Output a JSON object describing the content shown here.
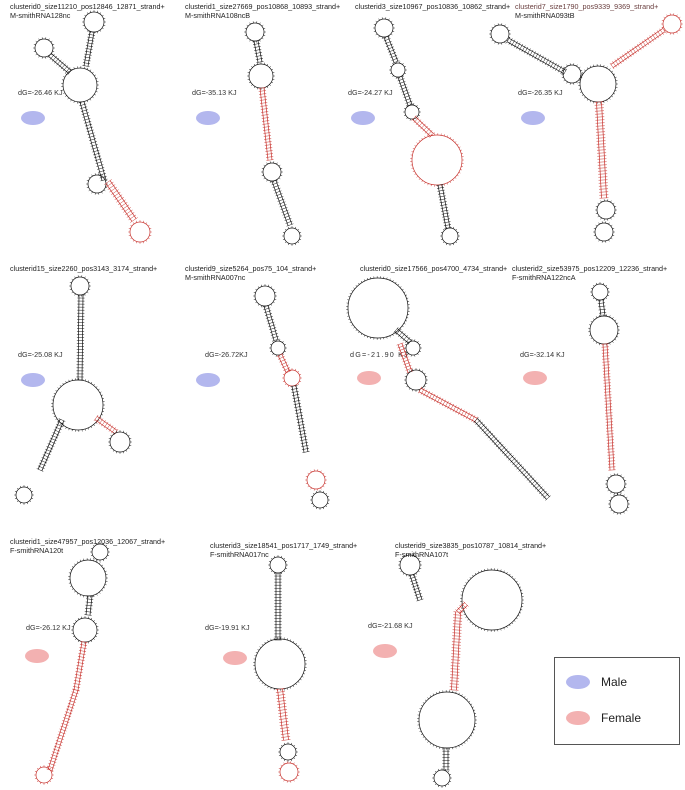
{
  "colors": {
    "male_blob": "#b3b7ee",
    "female_blob": "#f3b1b1",
    "stem_black": "#111111",
    "stem_red": "#c8332e"
  },
  "panels": [
    {
      "id": "p1",
      "title_line1": "clusterid0_size11210_pos12846_12871_strand+",
      "title_line2": "M-smithRNA128nc",
      "dg": "dG=-26.46 KJ",
      "sex": "male"
    },
    {
      "id": "p2",
      "title_line1": "clusterid1_size27669_pos10868_10893_strand+",
      "title_line2": "M-smithRNA108ncB",
      "dg": "dG=-35.13 KJ",
      "sex": "male"
    },
    {
      "id": "p3",
      "title_line1": "clusterid3_size10967_pos10836_10862_strand+",
      "title_line2": "",
      "dg": "dG=-24.27 KJ",
      "sex": "male"
    },
    {
      "id": "p4",
      "title_line1": "clusterid7_size1790_pos9339_9369_strand+",
      "title_line2": "M-smithRNA093tB",
      "dg": "dG=-26.35 KJ",
      "sex": "male"
    },
    {
      "id": "p5",
      "title_line1": "clusterid15_size2260_pos3143_3174_strand+",
      "title_line2": "",
      "dg": "dG=-25.08 KJ",
      "sex": "male"
    },
    {
      "id": "p6",
      "title_line1": "clusterid9_size5264_pos75_104_strand+",
      "title_line2": "M-smithRNA007nc",
      "dg": "dG=-26.72KJ",
      "sex": "male"
    },
    {
      "id": "p7",
      "title_line1": "clusterid0_size17566_pos4700_4734_strand+",
      "title_line2": "",
      "dg": "dG=-21.90 KJ",
      "sex": "female"
    },
    {
      "id": "p8",
      "title_line1": "clusterid2_size53975_pos12209_12236_strand+",
      "title_line2": "F-smithRNA122ncA",
      "dg": "dG=-32.14 KJ",
      "sex": "female"
    },
    {
      "id": "p9",
      "title_line1": "clusterid1_size47957_pos12036_12067_strand+",
      "title_line2": "F-smithRNA120t",
      "dg": "dG=-26.12 KJ",
      "sex": "female"
    },
    {
      "id": "p10",
      "title_line1": "clusterid3_size18541_pos1717_1749_strand+",
      "title_line2": "F-smithRNA017nc",
      "dg": "dG=-19.91 KJ",
      "sex": "female"
    },
    {
      "id": "p11",
      "title_line1": "clusterid9_size3835_pos10787_10814_strand+",
      "title_line2": "F-smithRNA107t",
      "dg": "dG=-21.68 KJ",
      "sex": "female"
    }
  ],
  "legend": {
    "male_label": "Male",
    "female_label": "Female"
  }
}
